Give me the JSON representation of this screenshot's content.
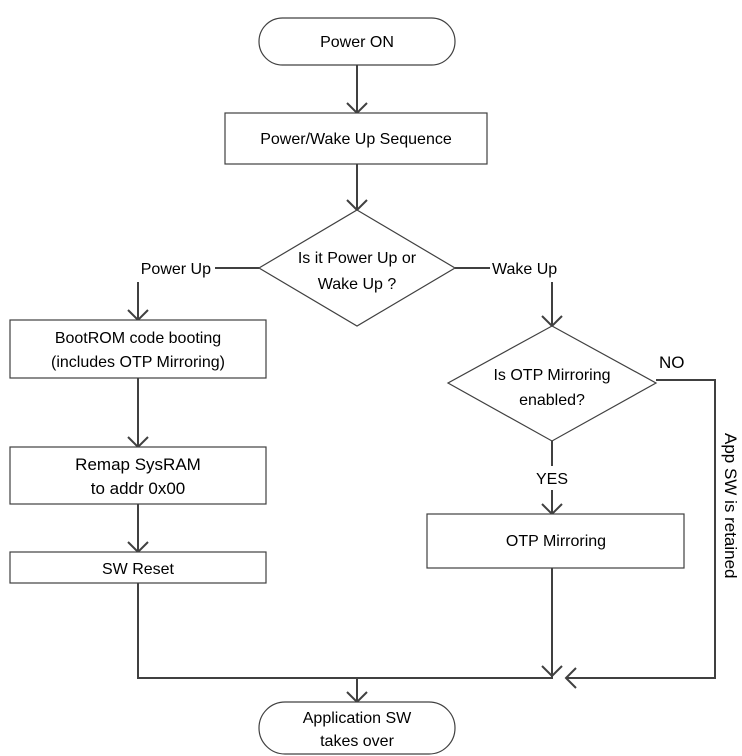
{
  "nodes": {
    "start": "Power ON",
    "power_wake_seq": "Power/Wake Up Sequence",
    "decision_power_wake": [
      "Is it Power Up or",
      "Wake Up ?"
    ],
    "bootrom": [
      "BootROM code booting",
      "(includes OTP Mirroring)"
    ],
    "remap": [
      "Remap SysRAM",
      "to addr 0x00"
    ],
    "sw_reset": "SW Reset",
    "decision_otp": [
      "Is OTP Mirroring",
      "enabled?"
    ],
    "otp_mirroring": "OTP Mirroring",
    "end": [
      "Application SW",
      "takes over"
    ]
  },
  "edge_labels": {
    "power_up": "Power Up",
    "wake_up": "Wake Up",
    "yes": "YES",
    "no": "NO",
    "retained": "App SW is retained"
  }
}
